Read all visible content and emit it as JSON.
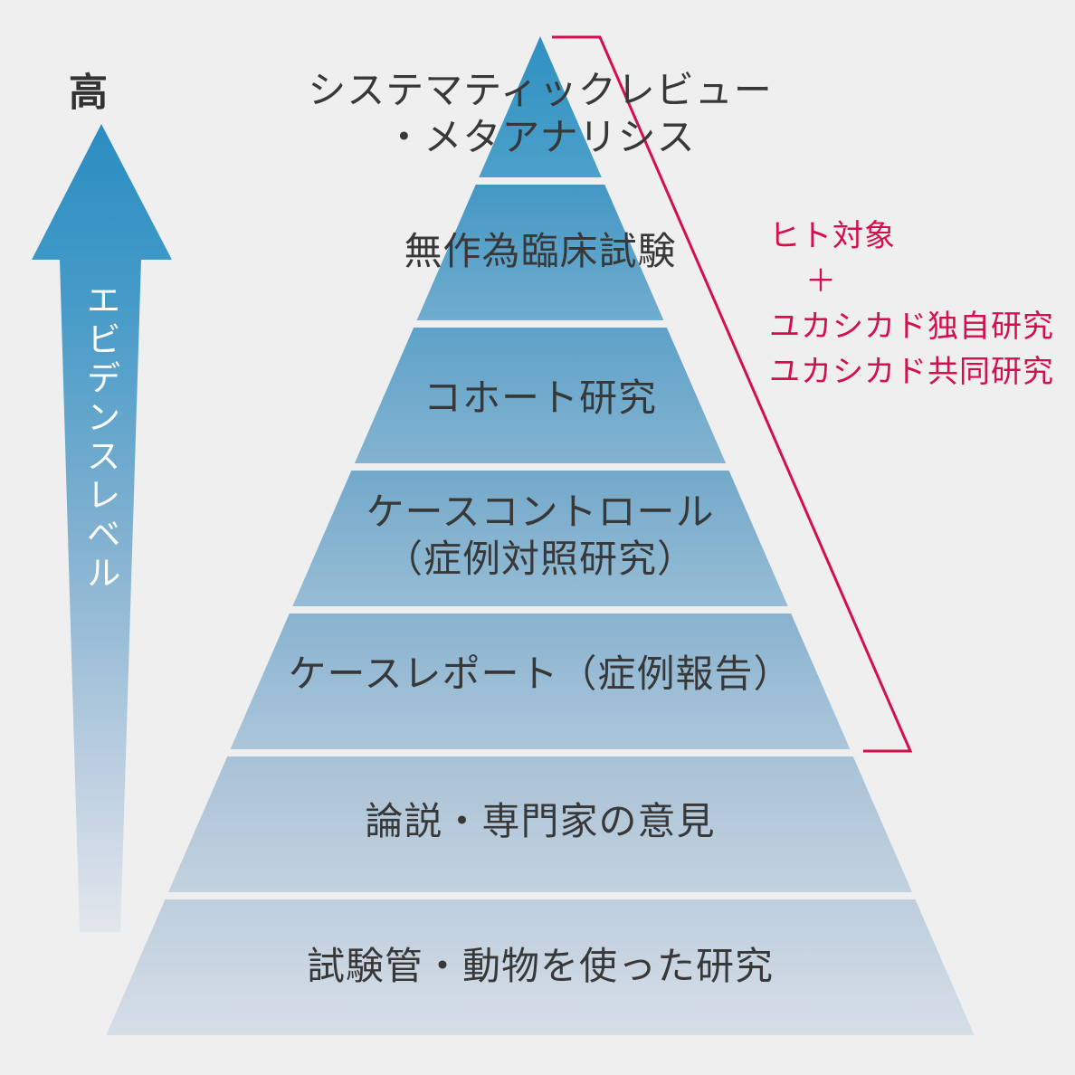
{
  "scale_label": "高",
  "axis_label": "エビデンスレベル",
  "pyramid": {
    "levels": [
      {
        "rank": 1,
        "line1": "システマティックレビュー",
        "line2": "・メタアナリシス"
      },
      {
        "rank": 2,
        "line1": "無作為臨床試験"
      },
      {
        "rank": 3,
        "line1": "コホート研究"
      },
      {
        "rank": 4,
        "line1": "ケースコントロール",
        "line2": "（症例対照研究）"
      },
      {
        "rank": 5,
        "line1": "ケースレポート（症例報告）"
      },
      {
        "rank": 6,
        "line1": "論説・専門家の意見"
      },
      {
        "rank": 7,
        "line1": "試験管・動物を使った研究"
      }
    ]
  },
  "annotation": {
    "line1": "ヒト対象",
    "line2": "＋",
    "line3": "ユカシカド独自研究",
    "line4": "ユカシカド共同研究"
  },
  "colors": {
    "background": "#efeff0",
    "text_dark": "#383838",
    "annotation_red": "#d50f4b",
    "band1_top": "#2f90c1",
    "band1_bottom": "#4ba1ca",
    "band7_top": "#bdcedd",
    "band7_bottom": "#d6dee7",
    "arrow_top": "#2b8dc1",
    "arrow_bottom": "#e2e6ed"
  }
}
